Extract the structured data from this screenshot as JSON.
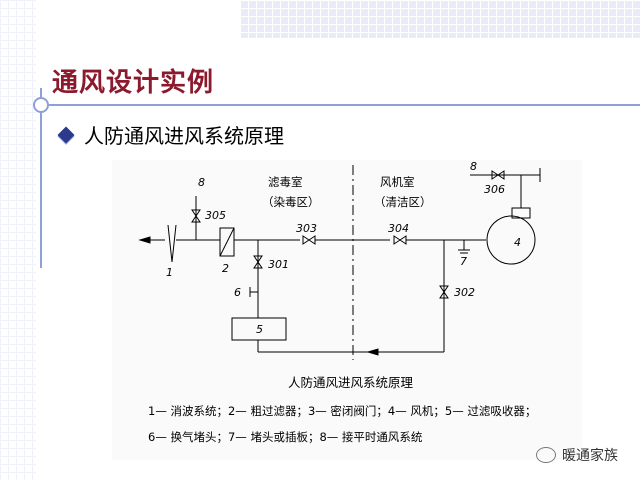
{
  "slide": {
    "title": "通风设计实例",
    "bullet": "人防通风进风系统原理"
  },
  "diagram": {
    "room_left": "滤毒室",
    "room_left_sub": "（染毒区）",
    "room_right": "风机室",
    "room_right_sub": "（清洁区）",
    "labels": {
      "n1": "1",
      "n2": "2",
      "n4": "4",
      "n5": "5",
      "n6": "6",
      "n7": "7",
      "n8a": "8",
      "n8b": "8",
      "v301": "301",
      "v302": "302",
      "v303": "303",
      "v304": "304",
      "v305": "305",
      "v306": "306"
    },
    "caption": "人防通风进风系统原理",
    "legend_line1": "1— 消波系统；2— 粗过滤器；3— 密闭阀门；4— 风机；5— 过滤吸收器；",
    "legend_line2": "6— 换气堵头；7— 堵头或插板；8— 接平时通风系统"
  },
  "watermark": "暖通家族",
  "colors": {
    "title": "#8b1a2c",
    "bullet": "#2b3a8c",
    "accent_line": "#8fa0d8"
  }
}
